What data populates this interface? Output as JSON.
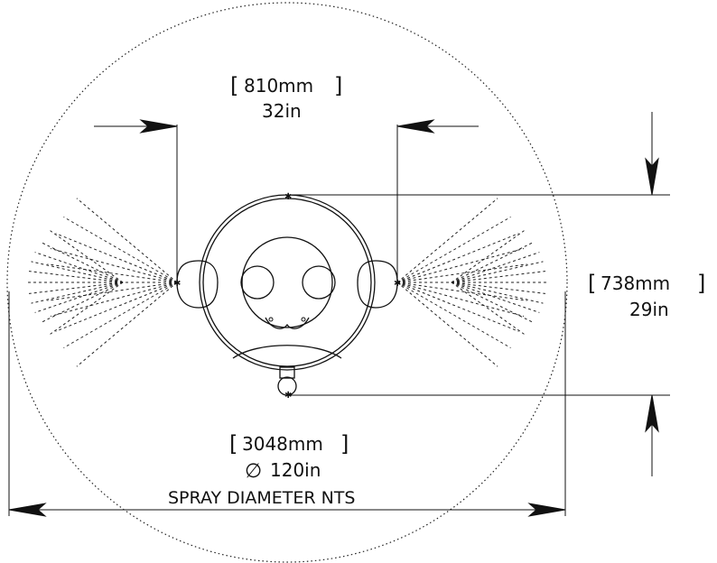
{
  "dimensions": {
    "width": {
      "metric_open": "[",
      "metric": "810mm",
      "metric_close": "]",
      "imperial": "32in"
    },
    "height": {
      "metric_open": "[",
      "metric": "738mm",
      "metric_close": "]",
      "imperial": "29in"
    },
    "spray": {
      "metric_open": "[",
      "metric": "3048mm",
      "metric_close": "]",
      "diameter_symbol": "∅",
      "imperial": "120in",
      "note": "SPRAY DIAMETER NTS"
    }
  }
}
